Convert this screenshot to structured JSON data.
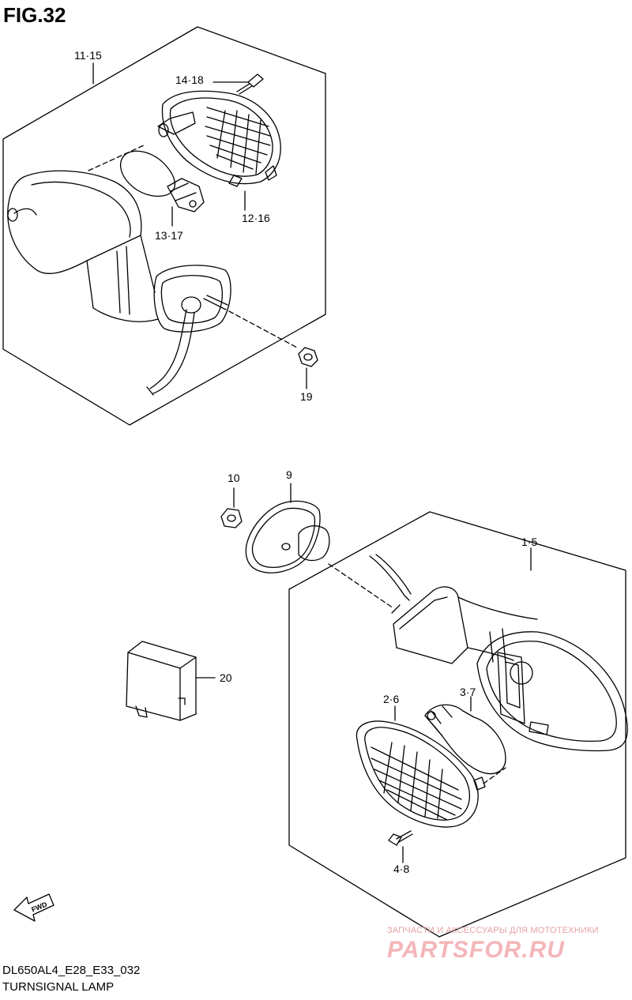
{
  "figure": {
    "title": "FIG.32"
  },
  "callouts": {
    "c11_15": "11·15",
    "c14_18": "14·18",
    "c12_16": "12·16",
    "c13_17": "13·17",
    "c19": "19",
    "c10": "10",
    "c9": "9",
    "c1_5": "1·5",
    "c20": "20",
    "c2_6": "2·6",
    "c3_7": "3·7",
    "c4_8": "4·8"
  },
  "fwd_label": "FWD",
  "footer": {
    "model_code": "DL650AL4_E28_E33_032",
    "section_name": "TURNSIGNAL LAMP"
  },
  "watermark": {
    "tagline": "ЗАПЧАСТИ И АКСЕССУАРЫ ДЛЯ МОТОТЕХНИКИ",
    "brand": "PARTSFOR.RU"
  },
  "colors": {
    "line": "#000000",
    "watermark": "#f3b6b9"
  }
}
